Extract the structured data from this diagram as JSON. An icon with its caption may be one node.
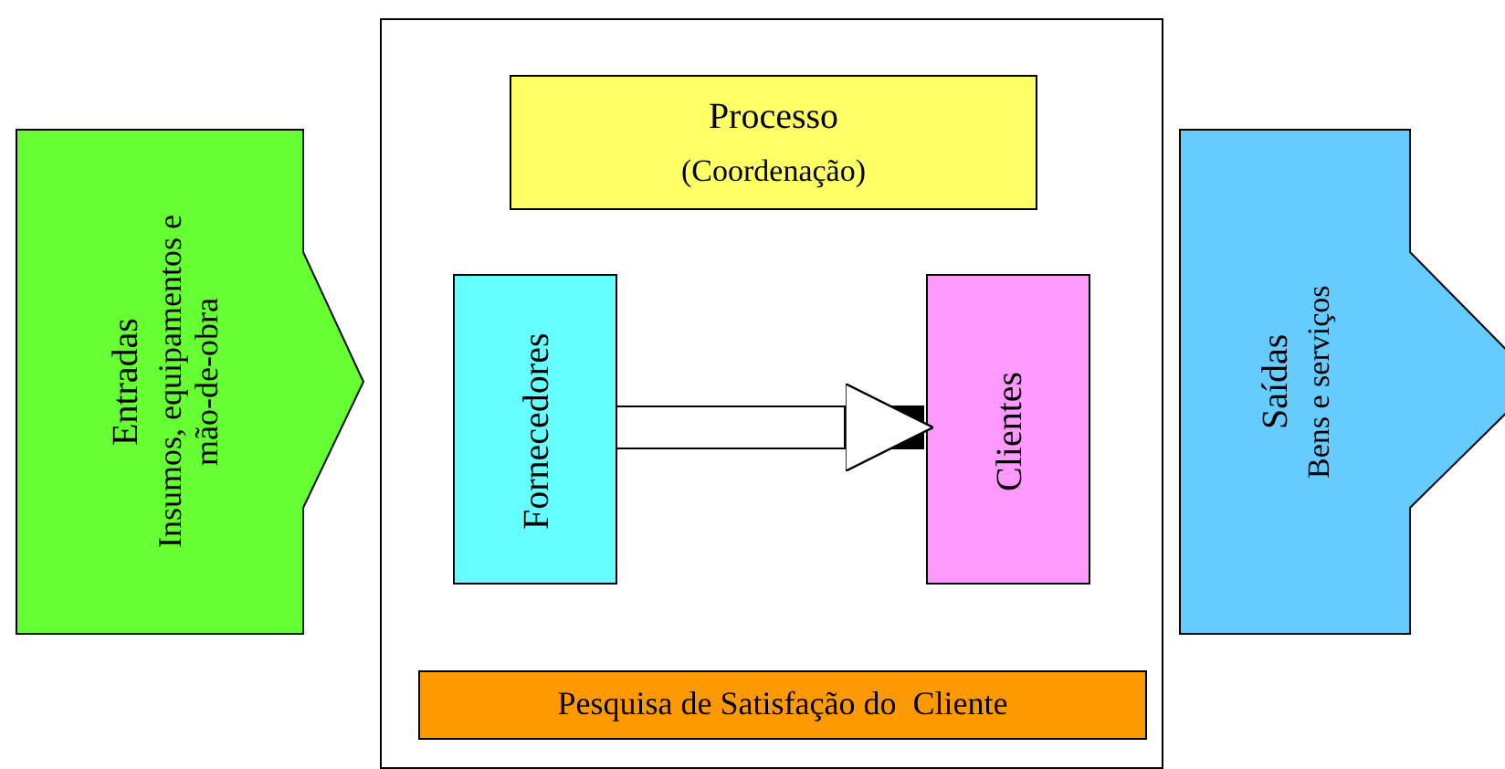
{
  "diagram": {
    "nodes": [
      {
        "text": [
          "Entradas",
          "Insumos, equipamentos e mão-de-obra"
        ]
      },
      {
        "text": [],
        "shape": "box"
      },
      {
        "text": [
          "Processo",
          "(Coordenação)"
        ],
        "in": 1
      },
      {
        "text": [
          "Fornecedores"
        ],
        "in": 1
      },
      {
        "text": [
          "Clientes"
        ],
        "in": 1
      },
      {
        "text": [
          "Pesquisa de Satisfação do  Cliente"
        ],
        "in": 1
      },
      {
        "text": [
          "Saídas",
          "Bens e serviços"
        ]
      }
    ],
    "edges": [
      {
        "from": 3,
        "to": 4,
        "arrow": "to"
      }
    ]
  }
}
